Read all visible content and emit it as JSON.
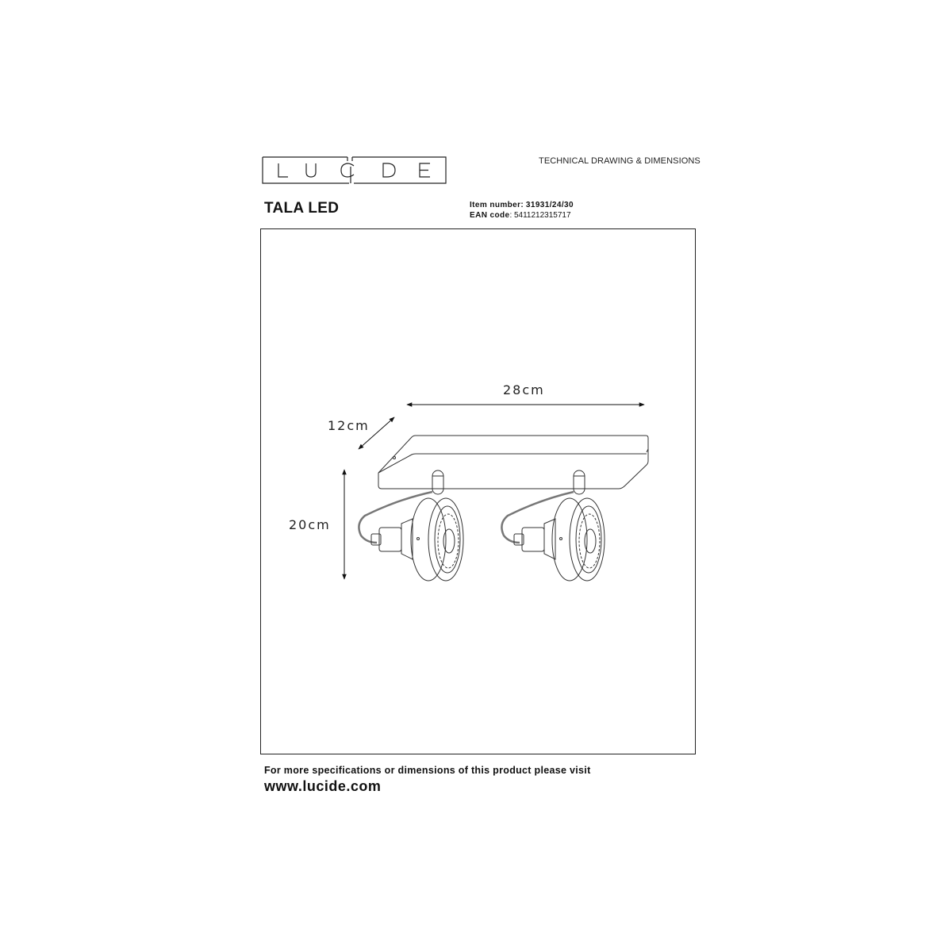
{
  "header": {
    "logo_text": [
      "L",
      "U",
      "C",
      "I",
      "D",
      "E"
    ],
    "doc_type": "TECHNICAL DRAWING & DIMENSIONS"
  },
  "product": {
    "name": "TALA LED",
    "item_number_label": "Item number:",
    "item_number": "31931/24/30",
    "ean_label": "EAN code",
    "ean": ": 5411212315717"
  },
  "drawing": {
    "dimensions": {
      "width": "28cm",
      "depth": "12cm",
      "height": "20cm"
    }
  },
  "footer": {
    "text": "For more specifications or dimensions of this product please visit",
    "url": "www.lucide.com"
  },
  "colors": {
    "line": "#222222",
    "text": "#111111",
    "background": "#ffffff"
  }
}
